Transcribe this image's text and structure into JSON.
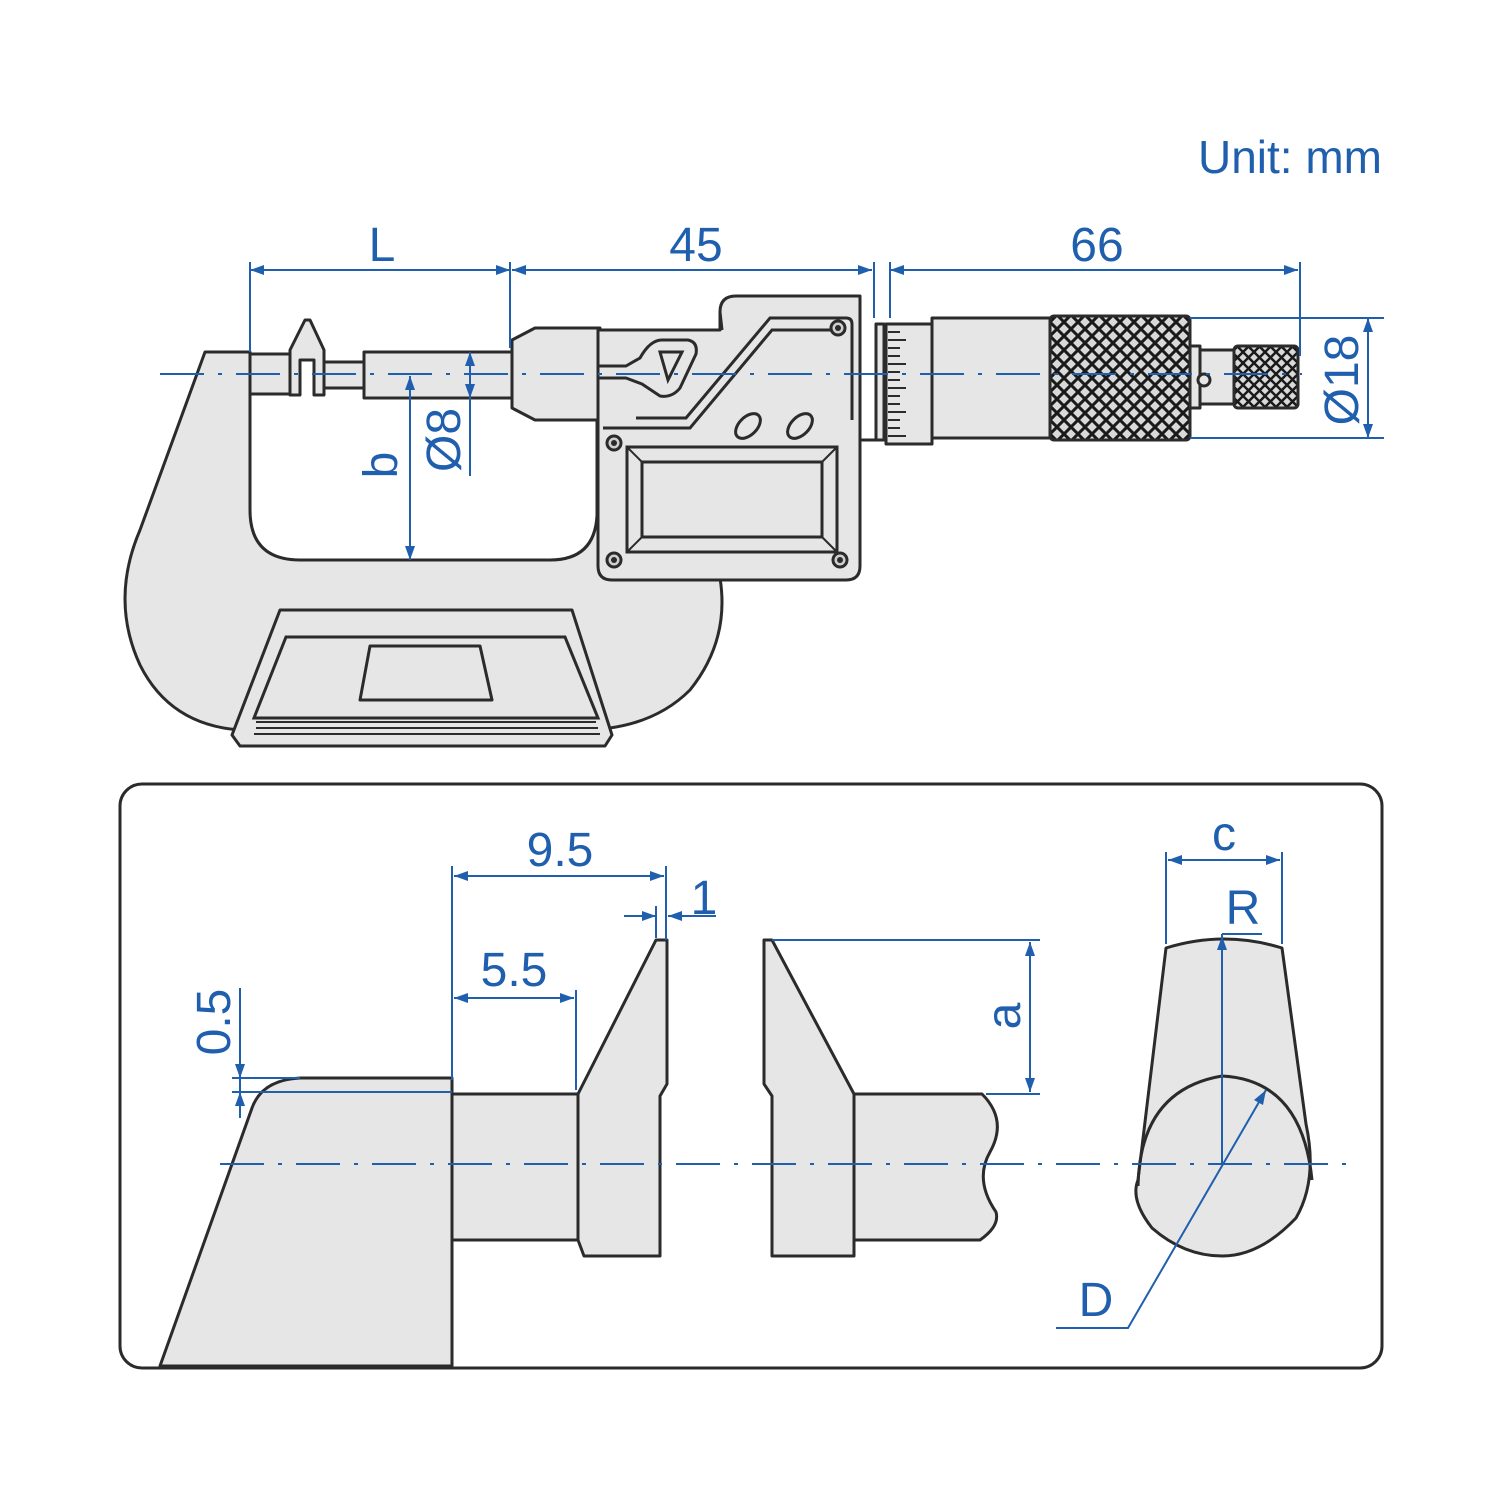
{
  "unit_label": "Unit: mm",
  "colors": {
    "dimension": "#1f5fad",
    "outline": "#2b2b2b",
    "body_fill": "#e6e6e7"
  },
  "top_view": {
    "dim_L": "L",
    "dim_45": "45",
    "dim_66": "66",
    "dim_b": "b",
    "dim_d8": "Ø8",
    "dim_d18": "Ø18"
  },
  "detail_view": {
    "dim_9_5": "9.5",
    "dim_1": "1",
    "dim_5_5": "5.5",
    "dim_0_5": "0.5",
    "dim_a": "a",
    "dim_c": "c",
    "dim_R": "R",
    "dim_D": "D"
  }
}
